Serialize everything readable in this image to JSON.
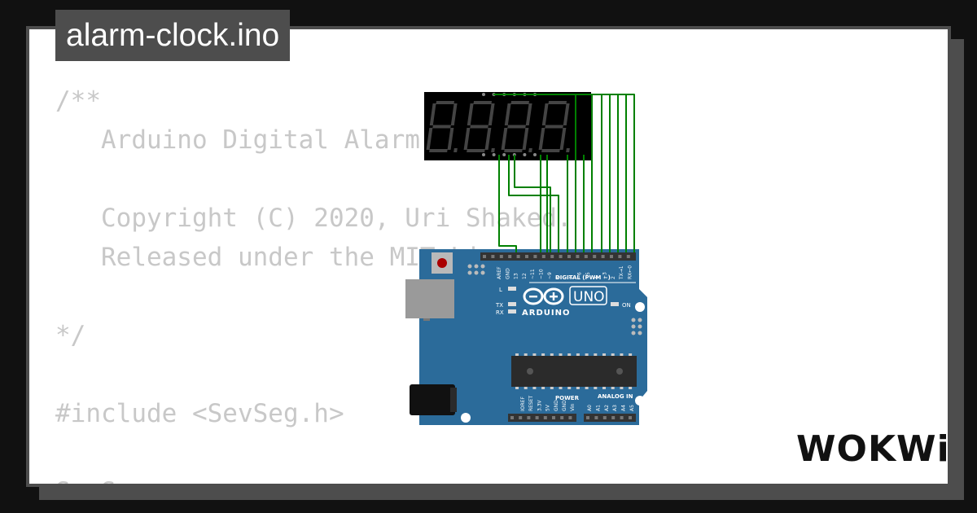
{
  "title": "alarm-clock.ino",
  "code_lines": [
    "/**",
    "   Arduino Digital Alarm Clock",
    "",
    "   Copyright (C) 2020, Uri Shaked.",
    "   Released under the MIT License.",
    "",
    "*/",
    "",
    "#include <SevSeg.h>",
    "",
    "SevSeg sevseg;"
  ],
  "board": {
    "brand": "ARDUINO",
    "model": "UNO",
    "digital_label": "DIGITAL (PWM ~)",
    "analog_label": "ANALOG IN",
    "power_label": "POWER",
    "led_l": "L",
    "led_tx": "TX",
    "led_rx": "RX",
    "led_on": "ON",
    "top_pins": [
      "AREF",
      "GND",
      "13",
      "12",
      "~11",
      "~10",
      "~9",
      "8",
      "7",
      "~6",
      "~5",
      "4",
      "~3",
      "2",
      "TX→1",
      "RX←0"
    ],
    "power_pins": [
      "IOREF",
      "RESET",
      "3.3V",
      "5V",
      "GND",
      "GND",
      "Vin"
    ],
    "analog_pins": [
      "A0",
      "A1",
      "A2",
      "A3",
      "A4",
      "A5"
    ]
  },
  "display": {
    "digits": 4
  },
  "logo": "WOKWi",
  "colors": {
    "background": "#111111",
    "frame": "#4d4d4d",
    "board": "#2b6b9a",
    "wire": "#008000",
    "segment_off": "#444444"
  }
}
